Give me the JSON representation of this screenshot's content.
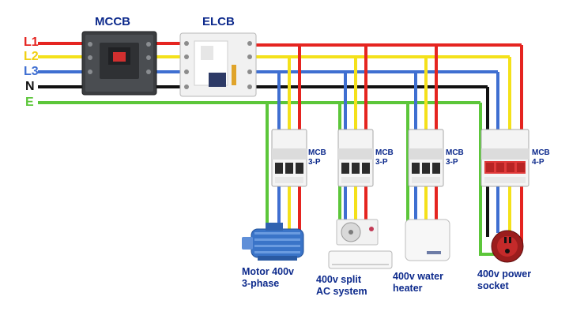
{
  "colors": {
    "L1": "#e52420",
    "L2": "#f4e11a",
    "L3": "#3f6fd1",
    "N": "#111111",
    "E": "#5cc63a",
    "label_blue": "#0d2a8c"
  },
  "lines": {
    "L1": "L1",
    "L2": "L2",
    "L3": "L3",
    "N": "N",
    "E": "E"
  },
  "devices": {
    "mccb": "MCCB",
    "elcb": "ELCB"
  },
  "breakers": [
    {
      "name": "MCB",
      "poles": "3-P",
      "load": [
        "Motor 400v",
        "3-phase"
      ]
    },
    {
      "name": "MCB",
      "poles": "3-P",
      "load": [
        "400v split",
        "AC system"
      ]
    },
    {
      "name": "MCB",
      "poles": "3-P",
      "load": [
        "400v water",
        "heater"
      ]
    },
    {
      "name": "MCB",
      "poles": "4-P",
      "load": [
        "400v power",
        "socket"
      ]
    }
  ]
}
